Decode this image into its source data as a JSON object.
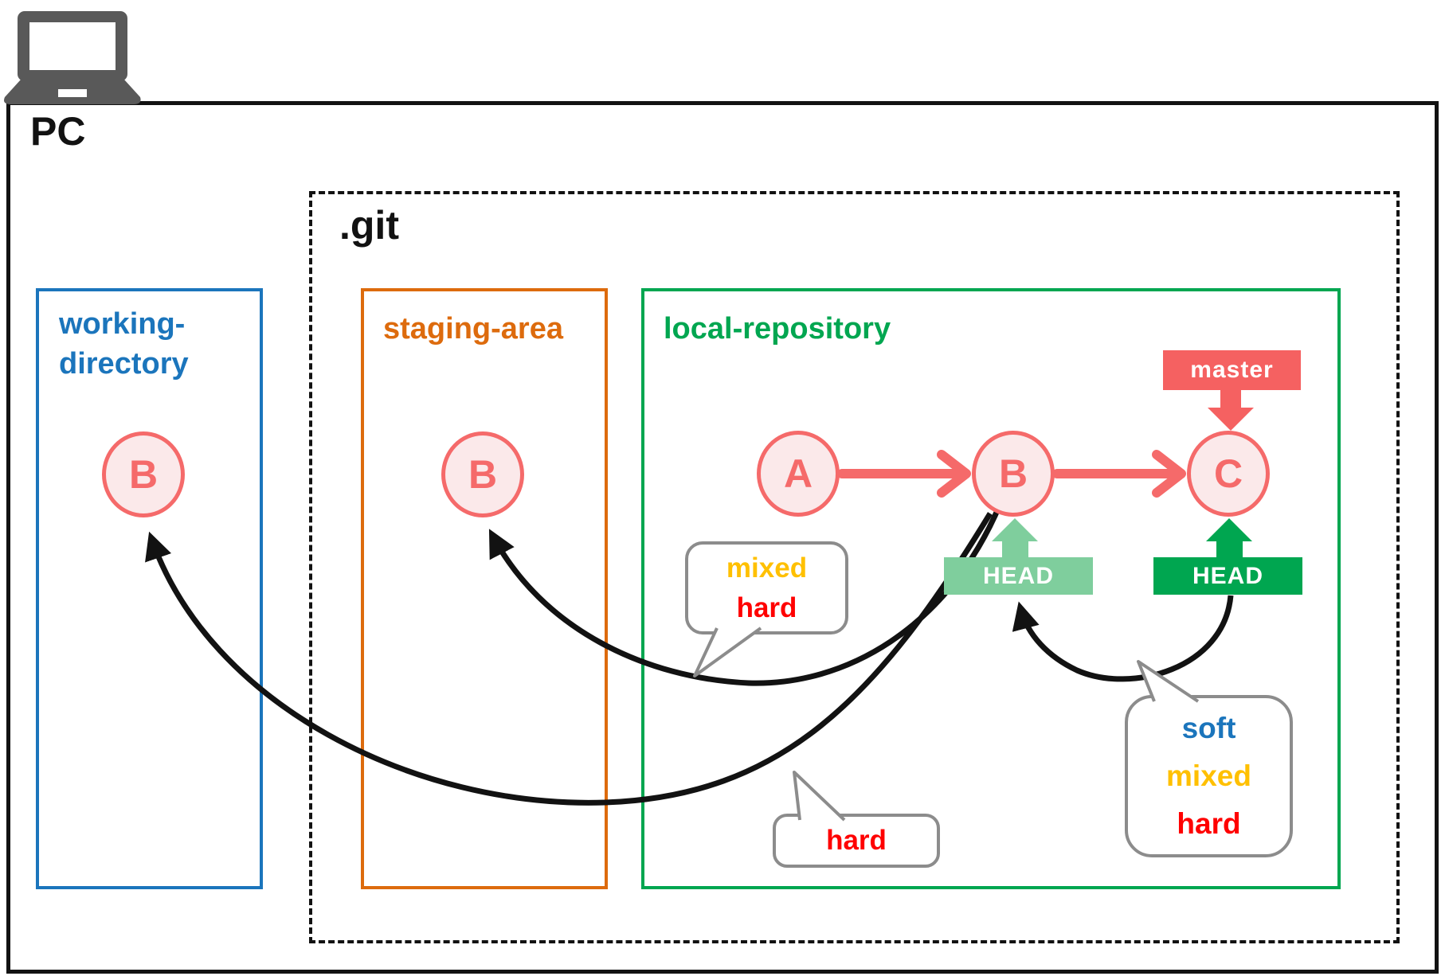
{
  "pc_label": "PC",
  "git_label": ".git",
  "working_directory": {
    "label_line1": "working-",
    "label_line2": "directory",
    "node": "B"
  },
  "staging_area": {
    "label": "staging-area",
    "node": "B"
  },
  "local_repository": {
    "label": "local-repository",
    "commits": [
      "A",
      "B",
      "C"
    ]
  },
  "badges": {
    "master": "master",
    "head_on_b": "HEAD",
    "head_on_c": "HEAD"
  },
  "callouts": {
    "to_staging": {
      "line1": "mixed",
      "line2": "hard"
    },
    "to_working": {
      "line1": "hard"
    },
    "head_move": {
      "line1": "soft",
      "line2": "mixed",
      "line3": "hard"
    }
  },
  "colors": {
    "coral": "#F56A6A",
    "commit_fill": "#FBE9EA",
    "master_badge": "#F56161",
    "head_light_green": "#7FCE9D",
    "head_dark_green": "#00A650",
    "working_blue": "#1B75BC",
    "staging_orange": "#DD6B0D",
    "repo_green": "#00A650",
    "mixed_gold": "#FFC000",
    "hard_red": "#FF0000",
    "soft_blue": "#1B75BC",
    "bubble_border_gray": "#8C8C8C",
    "laptop_gray": "#595959",
    "line_black": "#121212"
  }
}
